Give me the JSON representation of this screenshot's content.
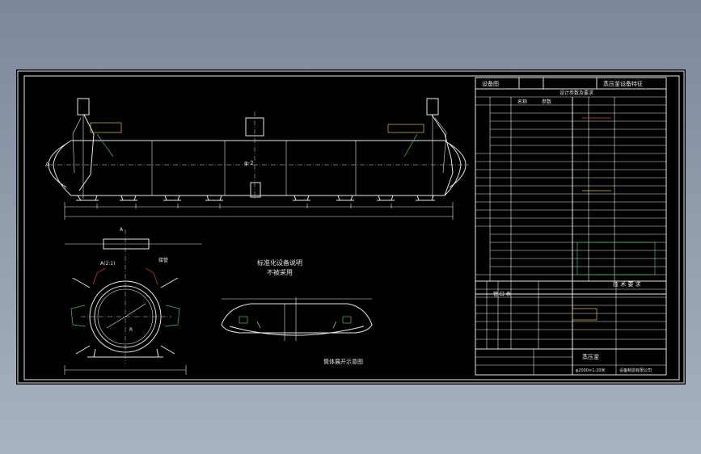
{
  "drawing": {
    "section_title": "标准化设备说明",
    "section_title_2": "不被采用",
    "view_caption": "筒体展开示意图",
    "nozzle_label": "φ-2",
    "small_labels": {
      "detail_a": "A",
      "detail_r": "R",
      "view_dim": "A(2:1)",
      "nozzle_tag": "接管",
      "end_left": "A"
    }
  },
  "table": {
    "header_left": "设备图",
    "header_right": "蒸压釜设备特征",
    "subheader": "设计参数及要求",
    "col_a": "名称",
    "col_b": "参数",
    "notes_title": "技 术 要 求",
    "parts_title": "管 口 表",
    "title_block": {
      "name": "蒸压釜",
      "drawing_no": "φ2000×1-20米",
      "company": "设备制造有限公司"
    }
  },
  "colors": {
    "sheet": "#000000",
    "line": "#e8e8e8",
    "accent_yellow": "#e3c33a",
    "accent_green": "#3cc46a",
    "accent_red": "#e03a3a"
  }
}
